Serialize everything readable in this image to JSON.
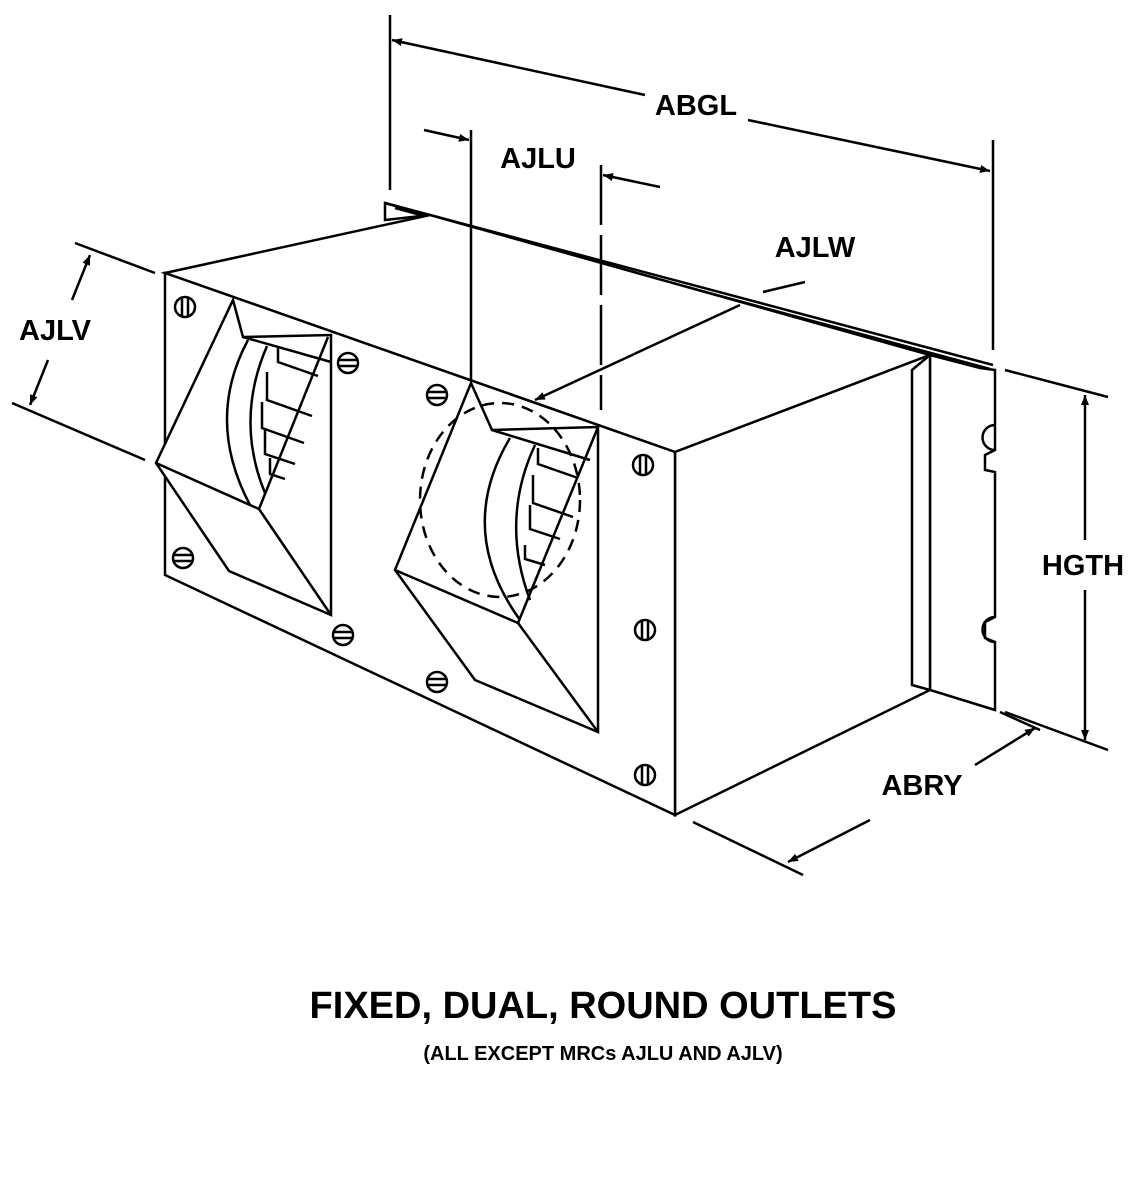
{
  "labels": {
    "abgl": "ABGL",
    "ajlu": "AJLU",
    "ajlw": "AJLW",
    "ajlv": "AJLV",
    "hgth": "HGTH",
    "abry": "ABRY"
  },
  "title": "FIXED, DUAL, ROUND OUTLETS",
  "subtitle": "(ALL EXCEPT MRCs AJLU AND AJLV)"
}
